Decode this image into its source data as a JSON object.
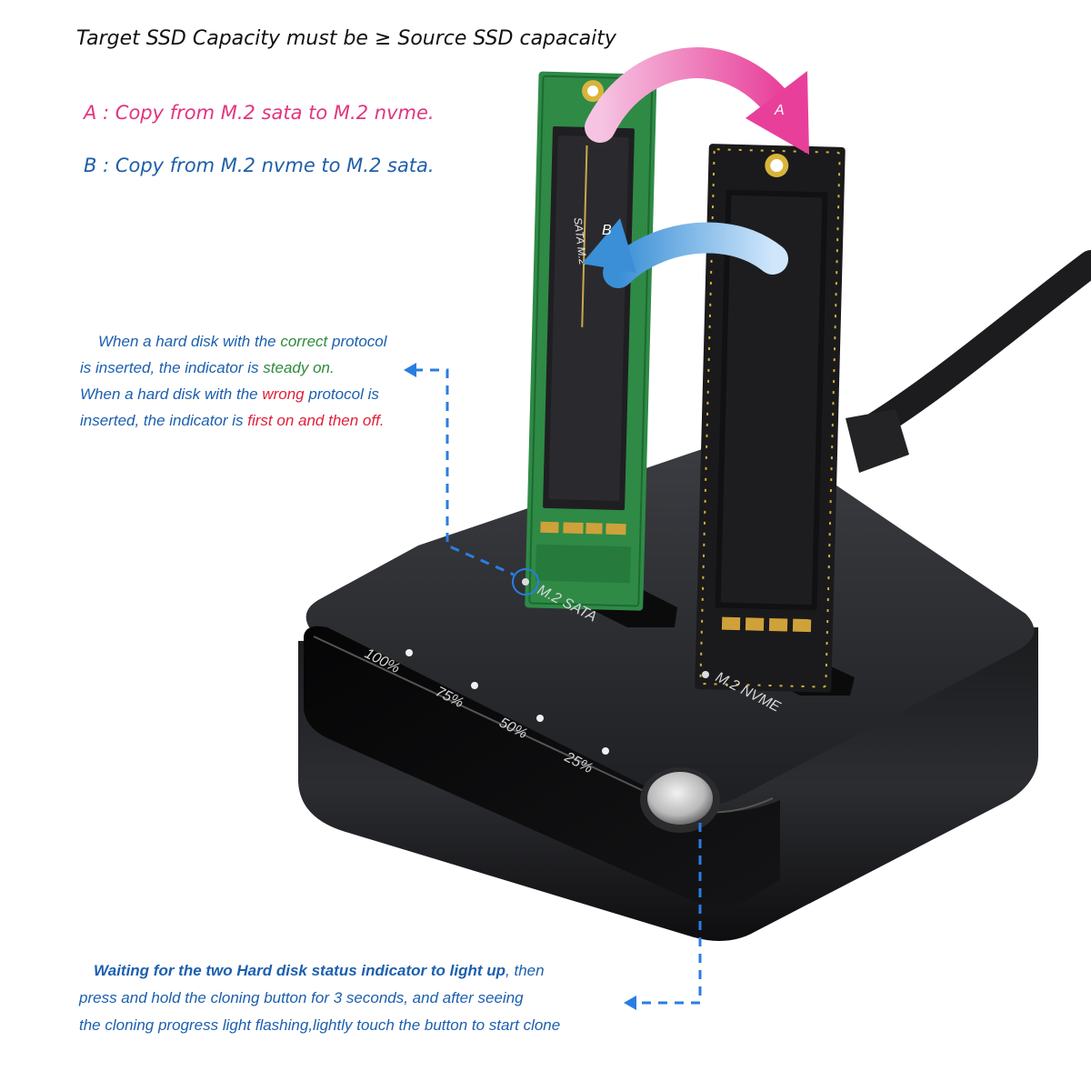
{
  "header": {
    "capacity_rule": "Target SSD Capacity must be ≥ Source SSD capacaity"
  },
  "modes": {
    "a": {
      "prefix": "A : ",
      "text": "Copy from M.2 sata to M.2 nvme.",
      "color": "#e2357f"
    },
    "b": {
      "prefix": "B : ",
      "text": "Copy from M.2 nvme to M.2 sata.",
      "color": "#1f5fa8"
    }
  },
  "indicator_note": {
    "l1a": "When a hard disk with the ",
    "l1b": "correct",
    "l1c": " protocol",
    "l2a": "is inserted, the indicator is ",
    "l2b": "steady on.",
    "l3a": "When a hard disk with the ",
    "l3b": "wrong",
    "l3c": " protocol is",
    "l4a": "inserted, the indicator is ",
    "l4b": "first on and then off.",
    "correct_color": "#2e8b3c",
    "wrong_color": "#e0203a"
  },
  "clone_note": {
    "l1a": "Waiting for the two Hard disk status indicator to light up",
    "l1b": ", then",
    "l2": "press and hold the cloning button for 3 seconds, and after seeing",
    "l3": "the cloning progress light flashing,lightly touch the button to start clone"
  },
  "device": {
    "slot_sata": "M.2 SATA",
    "slot_nvme": "M.2 NVME",
    "sata_card_label": "SATA M.2",
    "progress_leds": [
      {
        "label": "100%",
        "value": 100
      },
      {
        "label": "75%",
        "value": 75
      },
      {
        "label": "50%",
        "value": 50
      },
      {
        "label": "25%",
        "value": 25
      }
    ],
    "clone_button": "clone-button"
  },
  "arrows": {
    "a": {
      "label": "A",
      "color": "#e8409a"
    },
    "b": {
      "label": "B",
      "color": "#3a8fd6"
    }
  },
  "guide_color": "#2a7de0"
}
